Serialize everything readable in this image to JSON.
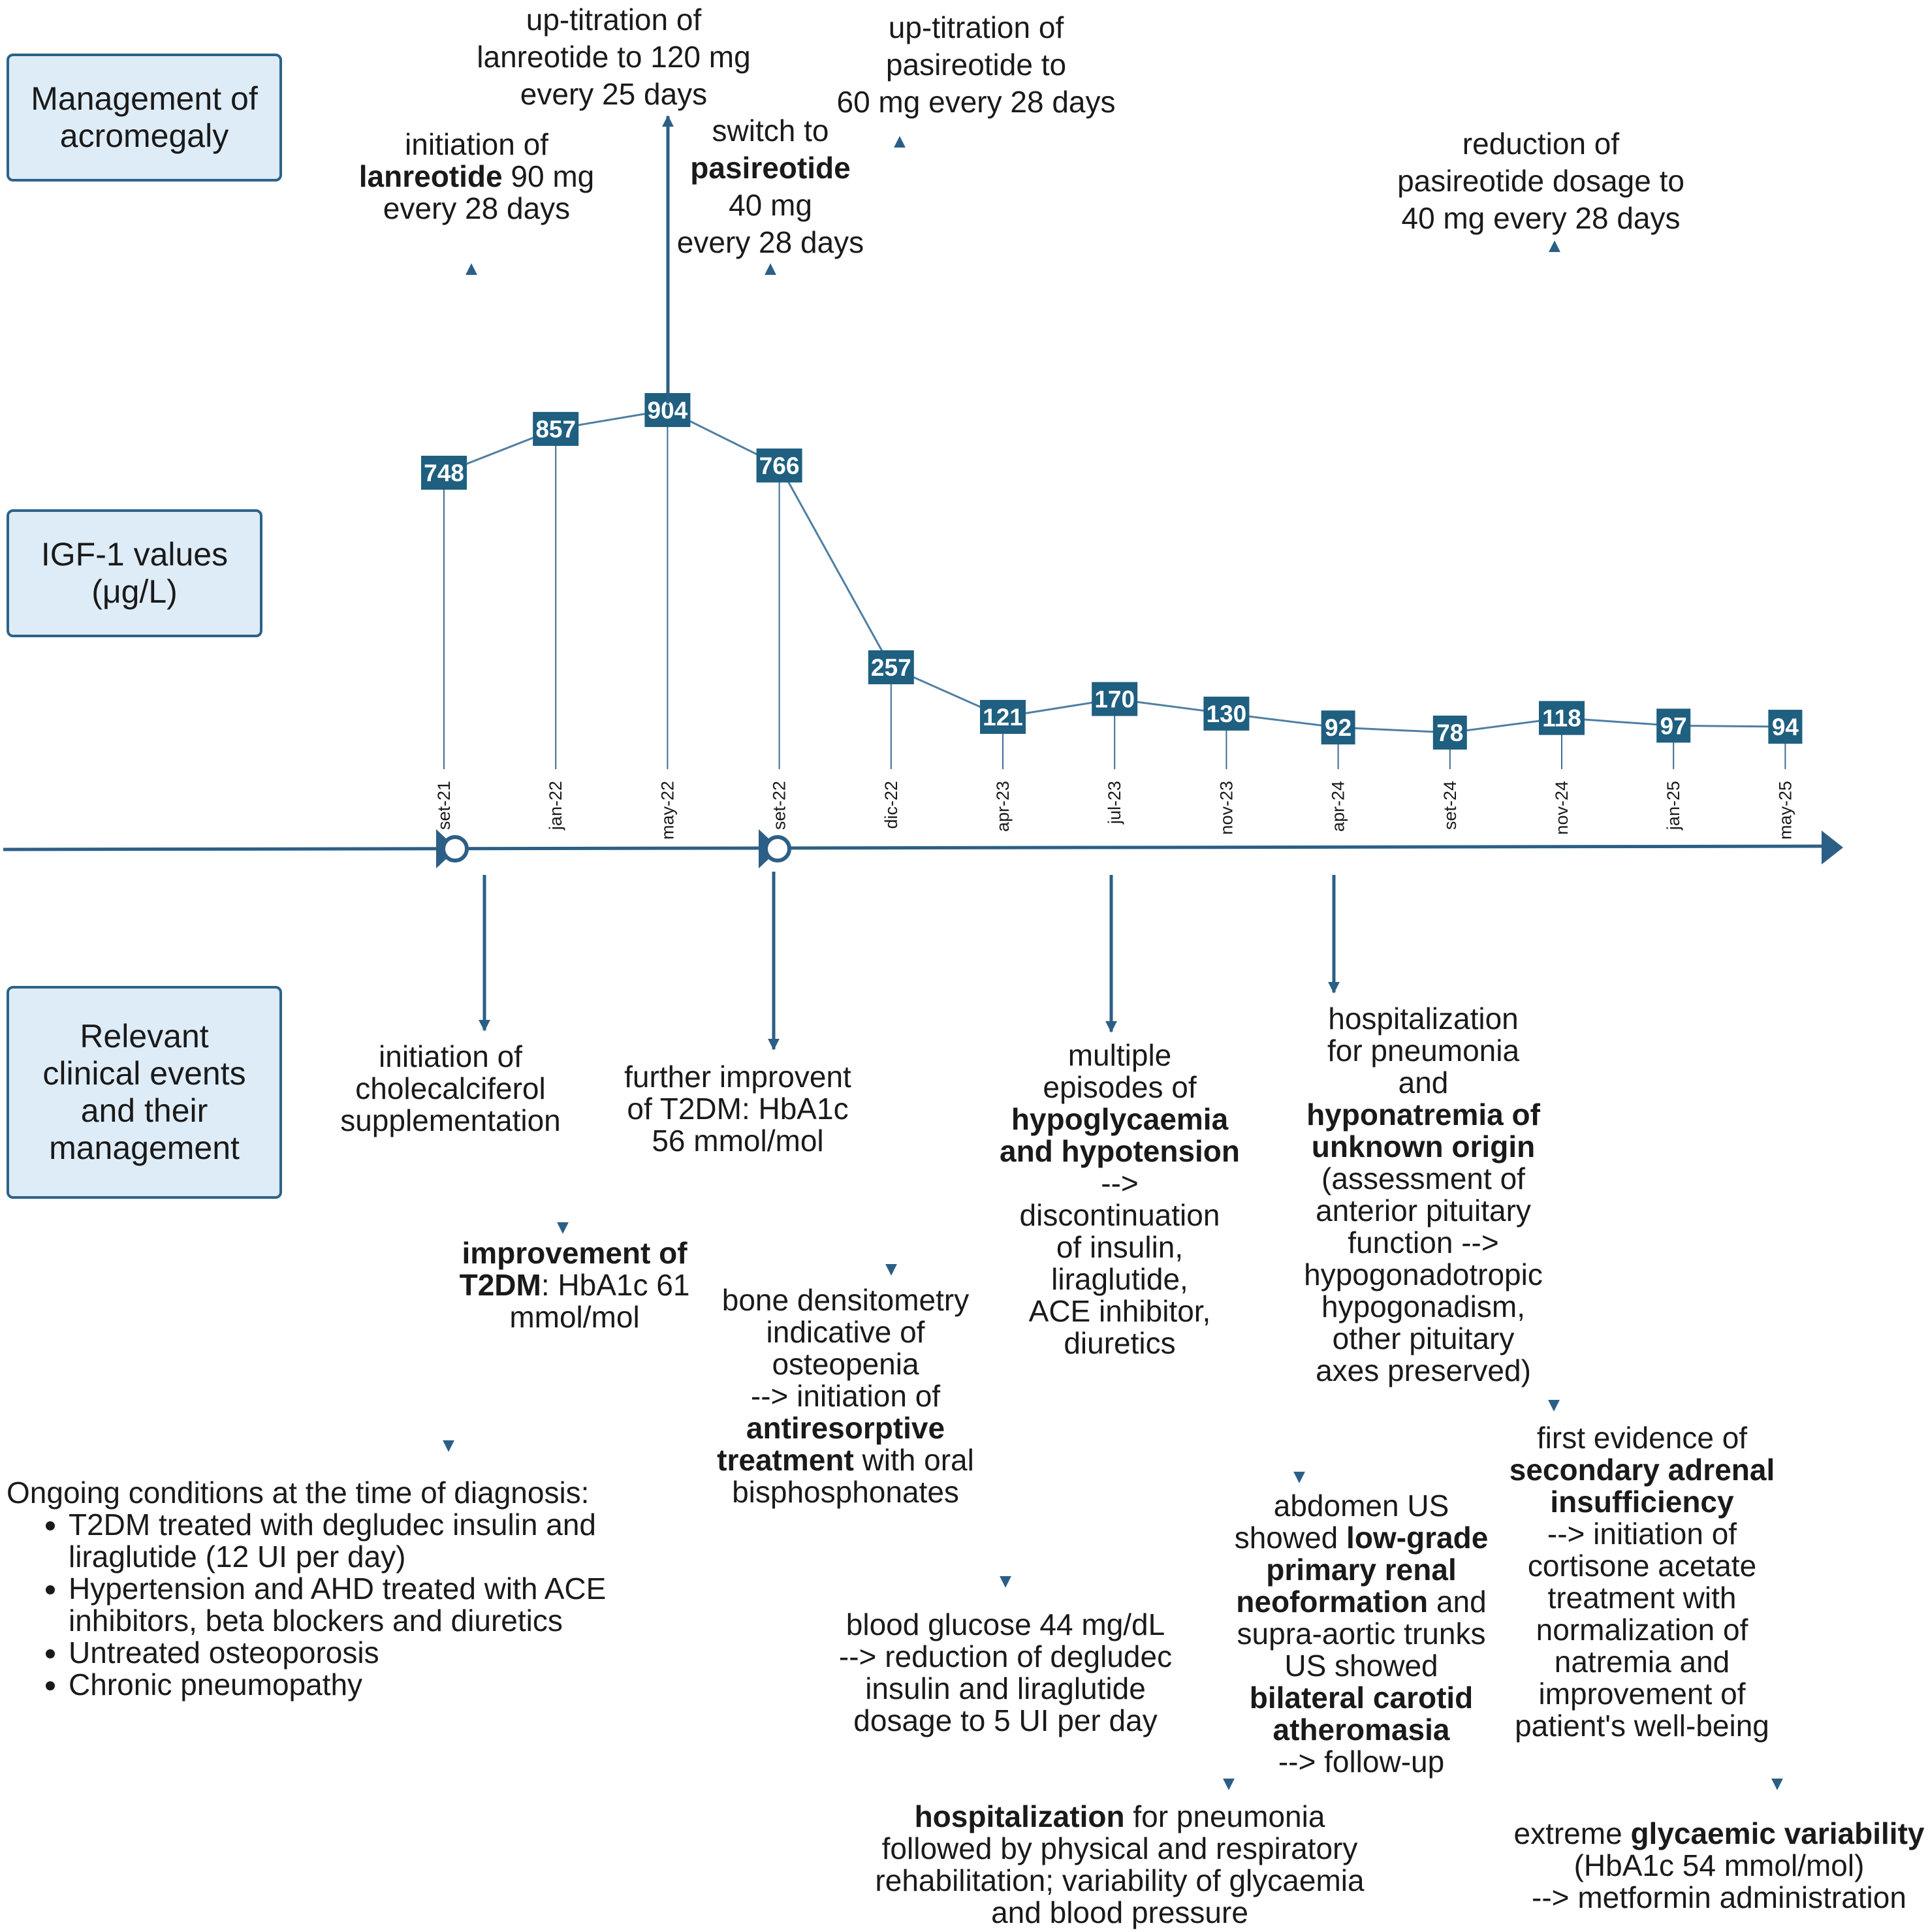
{
  "labels": {
    "management": "Management of\nacromegaly",
    "igf": "IGF-1 values\n(μg/L)",
    "events": "Relevant\nclinical events\nand their\nmanagement"
  },
  "timeline": {
    "dates": [
      "set-21",
      "jan-22",
      "may-22",
      "set-22",
      "dic-22",
      "apr-23",
      "jul-23",
      "nov-23",
      "apr-24",
      "set-24",
      "nov-24",
      "jan-25",
      "may-25"
    ],
    "igf1_values": [
      748,
      857,
      904,
      766,
      257,
      121,
      170,
      130,
      92,
      78,
      118,
      97,
      94
    ]
  },
  "management_events": {
    "lanreotide_start": {
      "l1": "initiation of",
      "l2b": "lanreotide",
      "l2": " 90 mg",
      "l3": "every 28 days"
    },
    "lanreotide_up": {
      "l1": "up-titration of",
      "l2": "lanreotide to 120 mg",
      "l3": "every 25 days"
    },
    "pasireotide_switch": {
      "l1": "switch to",
      "l2b": "pasireotide",
      "l3": "40 mg",
      "l4": "every 28 days"
    },
    "pasireotide_up": {
      "l1": "up-titration of",
      "l2": "pasireotide to",
      "l3": "60 mg every 28 days"
    },
    "pasireotide_reduce": {
      "l1": "reduction of",
      "l2": "pasireotide dosage to",
      "l3": "40 mg every 28 days"
    }
  },
  "clinical_events": {
    "cholecalciferol": {
      "l1": "initiation of",
      "l2": "cholecalciferol",
      "l3": "supplementation"
    },
    "t2dm_improve": {
      "l1b": "improvement of",
      "l2b": "T2DM",
      "l2": ": HbA1c 61",
      "l3": "mmol/mol"
    },
    "t2dm_further": {
      "l1": "further improvent",
      "l2": "of T2DM: HbA1c",
      "l3": "56 mmol/mol"
    },
    "osteopenia": {
      "l1": "bone densitometry",
      "l2": "indicative of",
      "l3": "osteopenia",
      "l4": "--> initiation of",
      "l5b": "antiresorptive",
      "l6b": "treatment",
      "l6": " with oral",
      "l7": "bisphosphonates"
    },
    "glucose": {
      "l1": "blood glucose 44 mg/dL",
      "l2": "-->  reduction of degludec",
      "l3": "insulin and liraglutide",
      "l4": "dosage to 5 UI per day"
    },
    "hypoglycaemia": {
      "l1": "multiple",
      "l2": "episodes of",
      "l3b": "hypoglycaemia",
      "l4b": "and hypotension",
      "l5": "-->",
      "l6": "discontinuation",
      "l7": "of insulin,",
      "l8": "liraglutide,",
      "l9": "ACE inhibitor,",
      "l10": "diuretics"
    },
    "hosp_pneumonia_1": {
      "l1b": "hospitalization",
      "l1": " for pneumonia",
      "l2": "followed by physical and respiratory",
      "l3": "rehabilitation; variability of glycaemia",
      "l4": "and blood pressure"
    },
    "renal": {
      "l1": "abdomen US",
      "l2": "showed ",
      "l2b": "low-grade",
      "l3b": "primary renal",
      "l4b": "neoformation",
      "l4": " and",
      "l5": "supra-aortic trunks",
      "l6": "US showed",
      "l7b": "bilateral carotid",
      "l8b": "atheromasia",
      "l9": "--> follow-up"
    },
    "hyponatremia": {
      "l1": "hospitalization",
      "l2": "for pneumonia",
      "l3": "and",
      "l4b": "hyponatremia of",
      "l5b": "unknown origin",
      "l6": "(assessment of",
      "l7": "anterior pituitary",
      "l8": "function -->",
      "l9": "hypogonadotropic",
      "l10": "hypogonadism,",
      "l11": "other pituitary",
      "l12": "axes preserved)"
    },
    "adrenal": {
      "l1": "first evidence of",
      "l2b": "secondary adrenal",
      "l3b": "insufficiency",
      "l4": "--> initiation of",
      "l5": "cortisone acetate",
      "l6": "treatment with",
      "l7": "normalization of",
      "l8": "natremia and",
      "l9": "improvement of",
      "l10": "patient's well-being"
    },
    "glycaemic": {
      "l1": "extreme ",
      "l1b": "glycaemic variability",
      "l2": "(HbA1c 54 mmol/mol)",
      "l3": "--> metformin administration"
    }
  },
  "ongoing": {
    "title": "Ongoing conditions at the time of diagnosis:",
    "items": [
      "T2DM treated with degludec insulin and liraglutide (12 UI per day)",
      "Hypertension and AHD treated with ACE inhibitors, beta blockers and diuretics",
      "Untreated osteoporosis",
      "Chronic pneumopathy"
    ]
  },
  "colors": {
    "arrow": "#2c5f86",
    "line": "#3b6d93",
    "box": "#1f5f80",
    "label_bg": "#deecf7",
    "label_border": "#2c6289"
  }
}
